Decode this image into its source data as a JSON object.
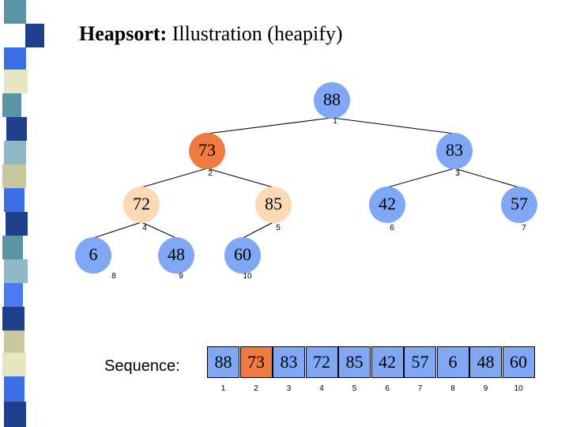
{
  "title": {
    "bold": "Heapsort:",
    "rest": " Illustration (heapify)"
  },
  "colors": {
    "node_default": "#7FA7F5",
    "node_active": "#F07A40",
    "node_sorted_light": "#FBD9B4",
    "seq_default": "#7FA7F5",
    "seq_active": "#F07A40",
    "stripe": [
      "#5B95A5",
      "#1E3F8C",
      "#E6E6C0",
      "#3C6EE8",
      "#8FB8C8",
      "#1E3F8C",
      "#C8C8A0",
      "#4A7CF0"
    ]
  },
  "nodes": [
    {
      "idx": "1",
      "value": "88",
      "state": "default"
    },
    {
      "idx": "2",
      "value": "73",
      "state": "active"
    },
    {
      "idx": "3",
      "value": "83",
      "state": "default"
    },
    {
      "idx": "4",
      "value": "72",
      "state": "light"
    },
    {
      "idx": "5",
      "value": "85",
      "state": "light"
    },
    {
      "idx": "6",
      "value": "42",
      "state": "default"
    },
    {
      "idx": "7",
      "value": "57",
      "state": "default"
    },
    {
      "idx": "8",
      "value": "6",
      "state": "default"
    },
    {
      "idx": "9",
      "value": "48",
      "state": "default"
    },
    {
      "idx": "10",
      "value": "60",
      "state": "default"
    }
  ],
  "edges": [
    [
      1,
      2
    ],
    [
      1,
      3
    ],
    [
      2,
      4
    ],
    [
      2,
      5
    ],
    [
      3,
      6
    ],
    [
      3,
      7
    ],
    [
      4,
      8
    ],
    [
      4,
      9
    ],
    [
      5,
      10
    ]
  ],
  "sequence": {
    "label": "Sequence:",
    "cells": [
      {
        "value": "88",
        "idx": "1",
        "state": "default"
      },
      {
        "value": "73",
        "idx": "2",
        "state": "active"
      },
      {
        "value": "83",
        "idx": "3",
        "state": "default"
      },
      {
        "value": "72",
        "idx": "4",
        "state": "default"
      },
      {
        "value": "85",
        "idx": "5",
        "state": "default"
      },
      {
        "value": "42",
        "idx": "6",
        "state": "default"
      },
      {
        "value": "57",
        "idx": "7",
        "state": "default"
      },
      {
        "value": "6",
        "idx": "8",
        "state": "default"
      },
      {
        "value": "48",
        "idx": "9",
        "state": "default"
      },
      {
        "value": "60",
        "idx": "10",
        "state": "default"
      }
    ]
  }
}
